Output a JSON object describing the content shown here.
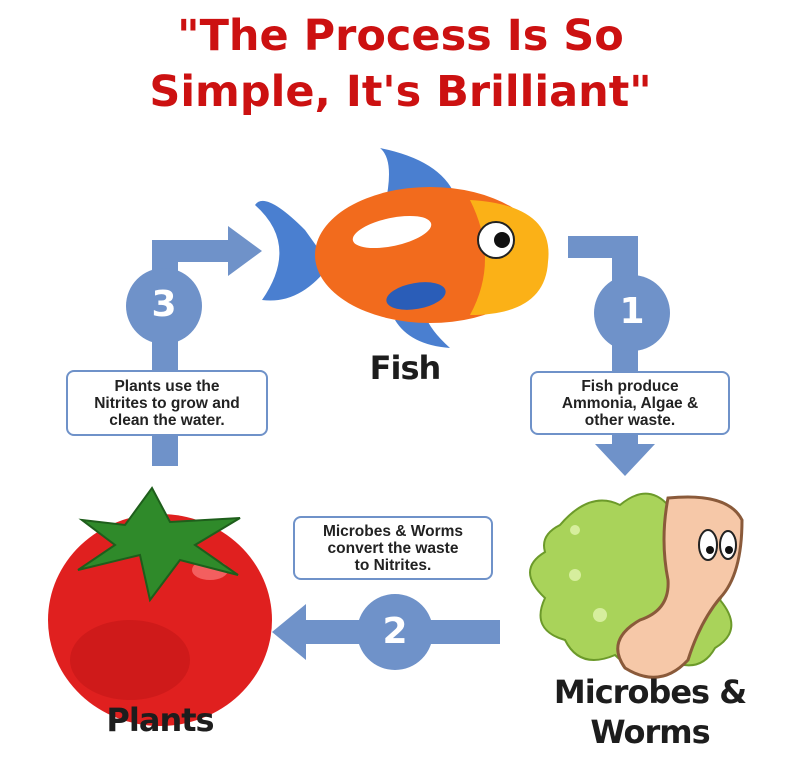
{
  "title": {
    "line1": "\"The Process Is So",
    "line2": "Simple, It's Brilliant\""
  },
  "nodes": {
    "fish": {
      "label": "Fish",
      "icon": "fish-icon"
    },
    "plants": {
      "label": "Plants",
      "icon": "tomato-icon"
    },
    "microbes": {
      "label": "Microbes &\nWorms",
      "icon": "microbe-worm-icon"
    }
  },
  "steps": [
    {
      "number": "1",
      "text": "Fish produce\nAmmonia, Algae &\nother waste."
    },
    {
      "number": "2",
      "text": "Microbes & Worms\nconvert the waste\nto Nitrites."
    },
    {
      "number": "3",
      "text": "Plants use the\nNitrites to grow and\nclean the water."
    }
  ],
  "colors": {
    "title": "#cc1111",
    "arrow": "#6f92c9",
    "fish_body": "#f26b1d",
    "fish_head": "#fbb117",
    "fish_fin": "#4a7fd0",
    "tomato": "#e0201f",
    "leaf": "#2f8a2a",
    "microbe": "#a9d35a",
    "worm": "#f6c8a8"
  }
}
